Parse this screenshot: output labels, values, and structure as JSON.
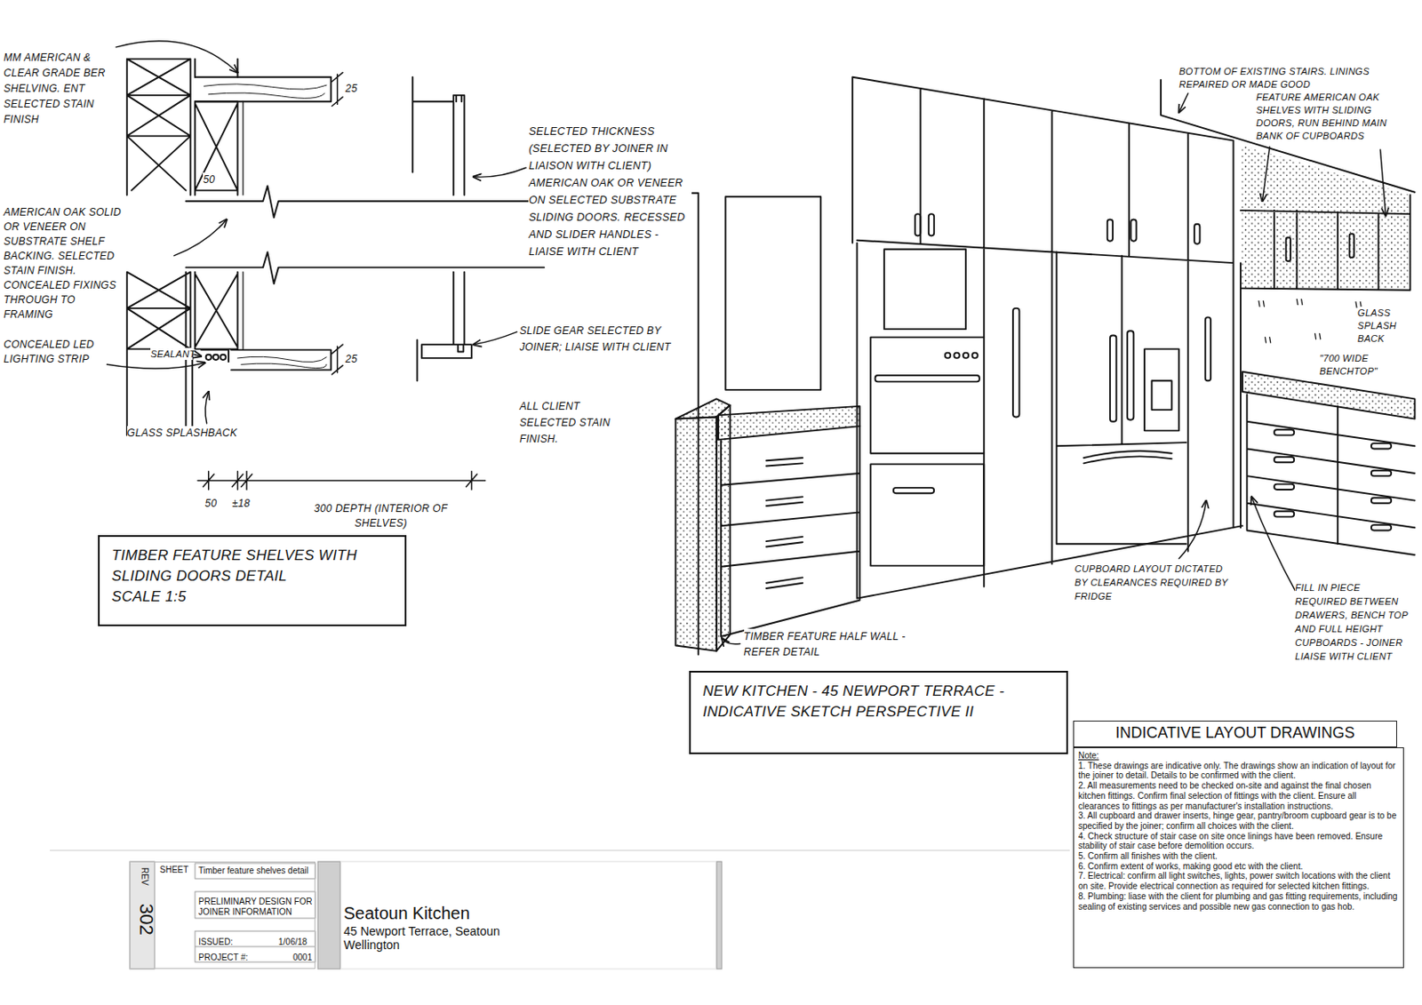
{
  "diagram": {
    "nodes": [
      {
        "text": [
          "TIMBER FEATURE SHELVES WITH SLIDING DOORS DETAIL",
          "SCALE 1:5"
        ]
      },
      {
        "text": [
          "NEW KITCHEN - 45 NEWPORT TERRACE - INDICATIVE SKETCH PERSPECTIVE II"
        ]
      },
      {
        "text": [
          "INDICATIVE LAYOUT DRAWINGS"
        ]
      },
      {
        "text": [
          "Note:",
          "1. These drawings are indicative only. The drawings show an indication of layout for the joiner to detail. Details to be confirmed with the client.",
          "2. All measurements need to be checked on-site and against the final chosen kitchen fittings. Confirm final selection of fittings with the client. Ensure all clearances to fittings as per manufacturer's installation instructions.",
          "3. All cupboard and drawer inserts, hinge gear, pantry/broom cupboard gear is to be specified by the joiner; confirm all choices with the client.",
          "4. Check structure of stair case on site once linings have been removed. Ensure stability of stair case before demolition occurs.",
          "5. Confirm all finishes with the client.",
          "6. Confirm extent of works, making good etc with the client.",
          "7. Electrical: confirm all light switches, lights, power switch locations with the client on site. Provide electrical connection as required for selected kitchen fittings.",
          "8. Plumbing: liase with the client for plumbing and gas fitting requirements, including sealing of existing services and possible new gas connection to gas hob."
        ]
      },
      {
        "text": [
          "REV",
          "302",
          "SHEET",
          "Timber feature shelves detail",
          "PRELIMINARY DESIGN FOR JOINER INFORMATION",
          "ISSUED:",
          "1/06/18",
          "PROJECT #:",
          "0001"
        ]
      },
      {
        "text": [
          "Seatoun Kitchen",
          "45 Newport Terrace, Seatoun Wellington"
        ]
      }
    ],
    "labels": [
      "MM AMERICAN & CLEAR GRADE BER SHELVING. ENT SELECTED STAIN FINISH",
      "25",
      "50",
      "AMERICAN OAK SOLID OR VENEER ON SUBSTRATE SHELF BACKING. SELECTED STAIN FINISH. CONCEALED FIXINGS THROUGH TO FRAMING",
      "CONCEALED LED LIGHTING STRIP",
      "SEALANT",
      "25",
      "GLASS SPLASHBACK",
      "SELECTED THICKNESS (SELECTED BY JOINER IN LIAISON WITH CLIENT) AMERICAN OAK OR VENEER ON SELECTED SUBSTRATE SLIDING DOORS. RECESSED AND SLIDER HANDLES - LIAISE WITH CLIENT",
      "SLIDE GEAR SELECTED BY JOINER; LIAISE WITH CLIENT",
      "ALL CLIENT SELECTED STAIN FINISH.",
      "50",
      "±18",
      "300 DEPTH (INTERIOR OF SHELVES)",
      "BOTTOM OF EXISTING STAIRS. LININGS REPAIRED OR MADE GOOD",
      "FEATURE AMERICAN OAK SHELVES WITH SLIDING DOORS, RUN BEHIND MAIN BANK OF CUPBOARDS",
      "GLASS SPLASH BACK",
      "\"700 WIDE BENCHTOP\"",
      "CUPBOARD LAYOUT DICTATED BY CLEARANCES REQUIRED BY FRIDGE",
      "FILL IN PIECE REQUIRED BETWEEN DRAWERS, BENCH TOP AND FULL HEIGHT CUPBOARDS - JOINER LIAISE WITH CLIENT",
      "TIMBER FEATURE HALF WALL - REFER DETAIL"
    ]
  }
}
